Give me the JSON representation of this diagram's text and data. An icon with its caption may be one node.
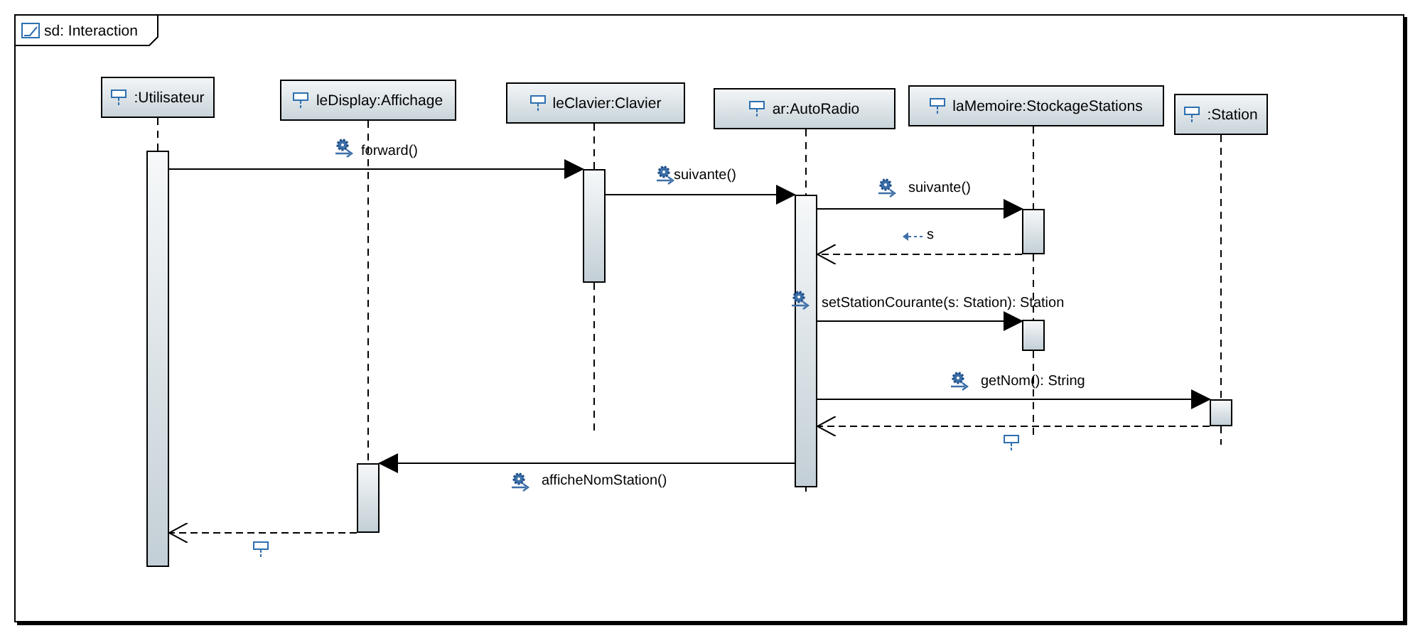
{
  "diagram": {
    "title": "sd: Interaction",
    "nodes": [
      {
        "text": [
          ":Utilisateur"
        ]
      },
      {
        "text": [
          "leDisplay:Affichage"
        ]
      },
      {
        "text": [
          "leClavier:Clavier"
        ]
      },
      {
        "text": [
          "ar:AutoRadio"
        ]
      },
      {
        "text": [
          "laMemoire:StockageStations"
        ]
      },
      {
        "text": [
          ":Station"
        ]
      },
      {
        "text": [],
        "shape": "bar"
      },
      {
        "text": [],
        "shape": "bar"
      },
      {
        "text": [],
        "shape": "bar"
      },
      {
        "text": [],
        "shape": "bar"
      },
      {
        "text": [],
        "shape": "bar"
      },
      {
        "text": [],
        "shape": "bar"
      },
      {
        "text": [],
        "shape": "bar"
      }
    ],
    "edges": [
      {
        "from": 6,
        "to": 8,
        "arrow": "to",
        "label": "forward()"
      },
      {
        "from": 8,
        "to": 9,
        "arrow": "to",
        "label": "suivante()"
      },
      {
        "from": 9,
        "to": 10,
        "arrow": "to",
        "label": "suivante()"
      },
      {
        "from": 10,
        "to": 9,
        "arrow": "to",
        "label": "s",
        "style": "dashed"
      },
      {
        "from": 9,
        "to": 11,
        "arrow": "to",
        "label": "setStationCourante(s: Station): Station"
      },
      {
        "from": 9,
        "to": 12,
        "arrow": "to",
        "label": "getNom(): String"
      },
      {
        "from": 12,
        "to": 9,
        "arrow": "to",
        "style": "dashed"
      },
      {
        "from": 9,
        "to": 7,
        "arrow": "to",
        "label": "afficheNomStation()"
      },
      {
        "from": 7,
        "to": 6,
        "arrow": "to",
        "style": "dashed"
      },
      {
        "from": 0,
        "to": 6,
        "arrow": "none",
        "style": "dashed"
      },
      {
        "from": 1,
        "to": 7,
        "arrow": "none",
        "style": "dashed"
      },
      {
        "from": 2,
        "to": 8,
        "arrow": "none",
        "style": "dashed"
      },
      {
        "from": 3,
        "to": 9,
        "arrow": "none",
        "style": "dashed"
      },
      {
        "from": 4,
        "to": 10,
        "arrow": "none",
        "style": "dashed"
      },
      {
        "from": 10,
        "to": 11,
        "arrow": "none",
        "style": "dashed"
      },
      {
        "from": 5,
        "to": 12,
        "arrow": "none",
        "style": "dashed"
      }
    ]
  }
}
